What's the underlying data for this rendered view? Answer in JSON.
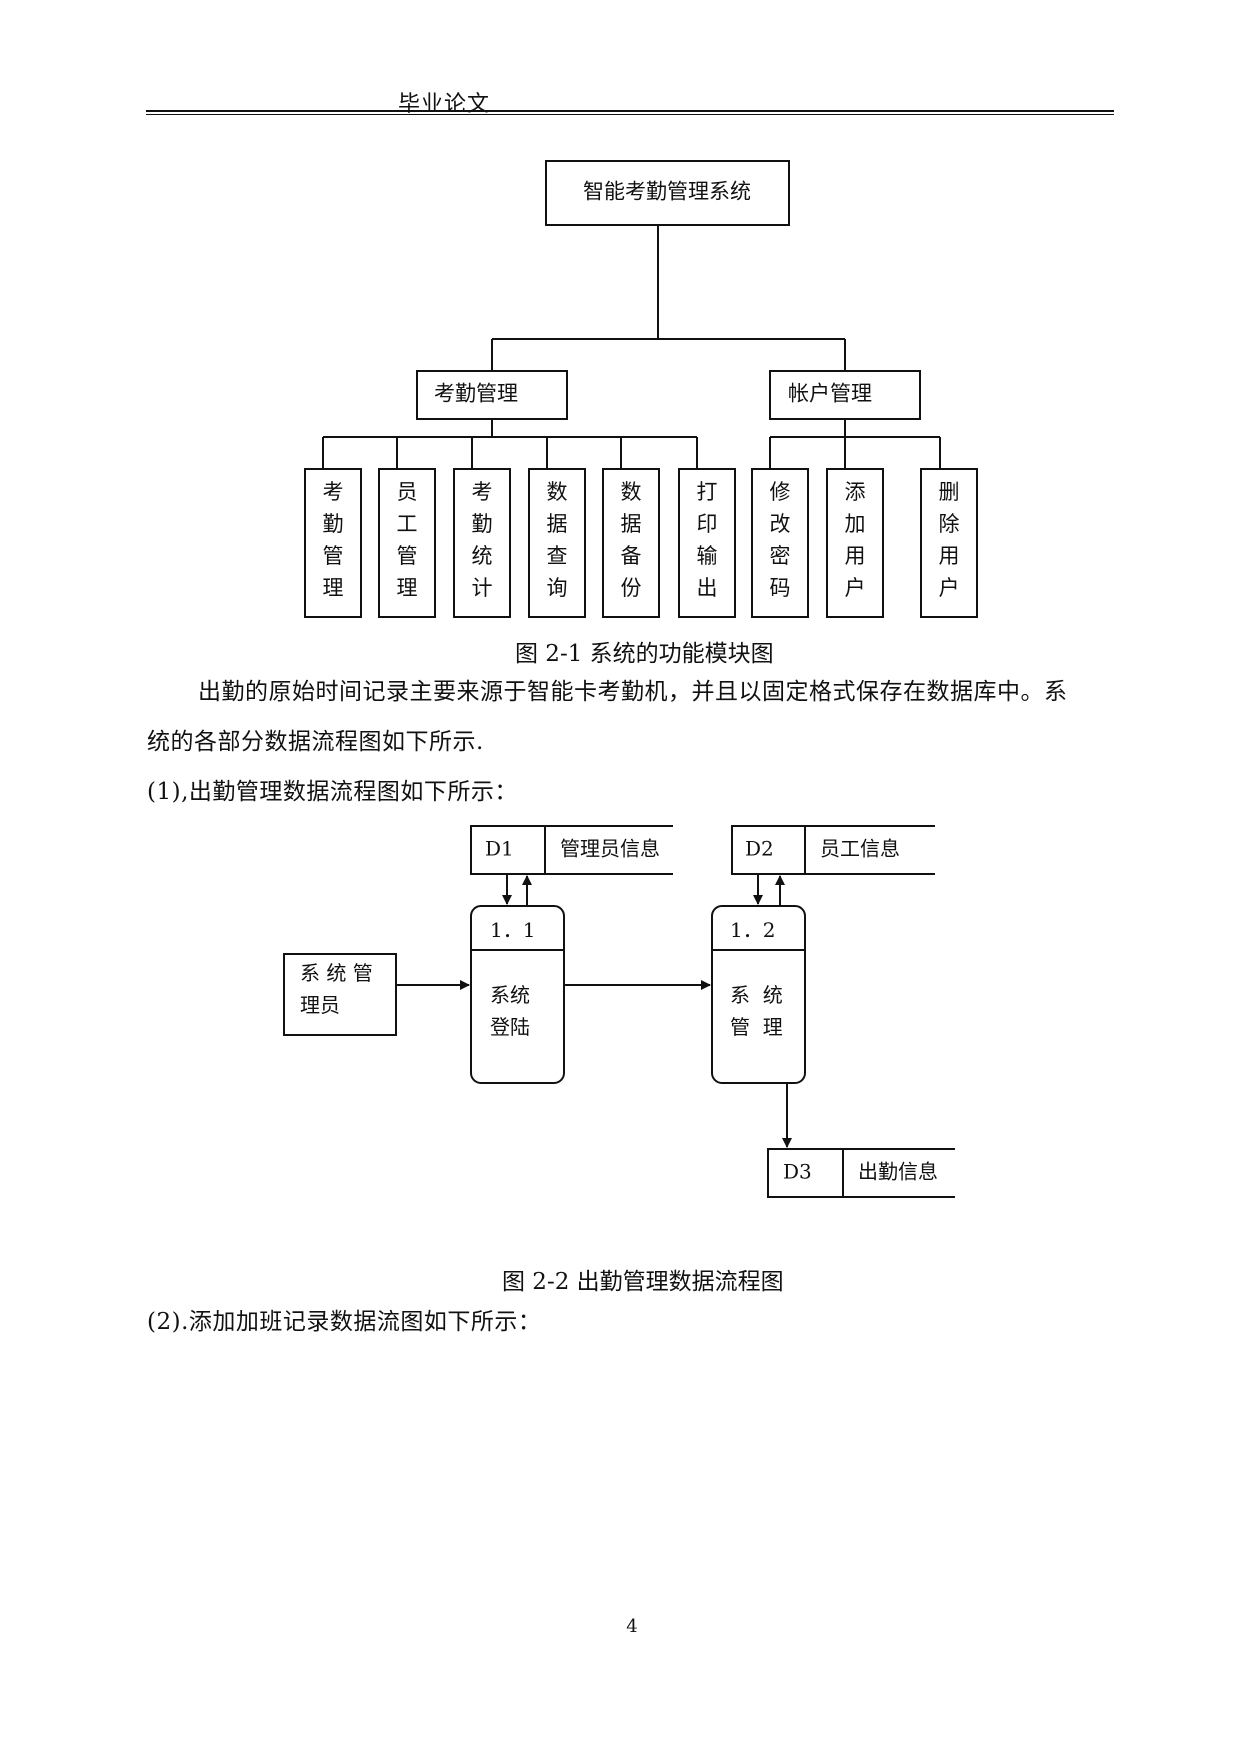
{
  "header": {
    "title": "毕业论文"
  },
  "fig1": {
    "root": "智能考勤管理系统",
    "group_left": "考勤管理",
    "group_right": "帐户管理",
    "leaves": [
      "考勤管理",
      "员工管理",
      "考勤统计",
      "数据查询",
      "数据备份",
      "打印输出",
      "修改密码",
      "添加用户",
      "删除用户"
    ],
    "caption": "图 2-1 系统的功能模块图"
  },
  "body": {
    "para1_line1": "出勤的原始时间记录主要来源于智能卡考勤机，并且以固定格式保存在数据库中。系",
    "para1_line2": "统的各部分数据流程图如下所示.",
    "item1": "(1),出勤管理数据流程图如下所示：",
    "item2": "(2).添加加班记录数据流图如下所示："
  },
  "fig2": {
    "stores": [
      {
        "id": "D1",
        "name": "管理员信息"
      },
      {
        "id": "D2",
        "name": "员工信息"
      },
      {
        "id": "D3",
        "name": "出勤信息"
      }
    ],
    "entity_line1": "系 统 管",
    "entity_line2": "理员",
    "process1": {
      "num": "1．1",
      "line1": "系统",
      "line2": "登陆"
    },
    "process2": {
      "num": "1．2",
      "line1": "系  统",
      "line2": "管  理"
    },
    "caption": "图 2-2 出勤管理数据流程图"
  },
  "footer": {
    "page_number": "4"
  }
}
